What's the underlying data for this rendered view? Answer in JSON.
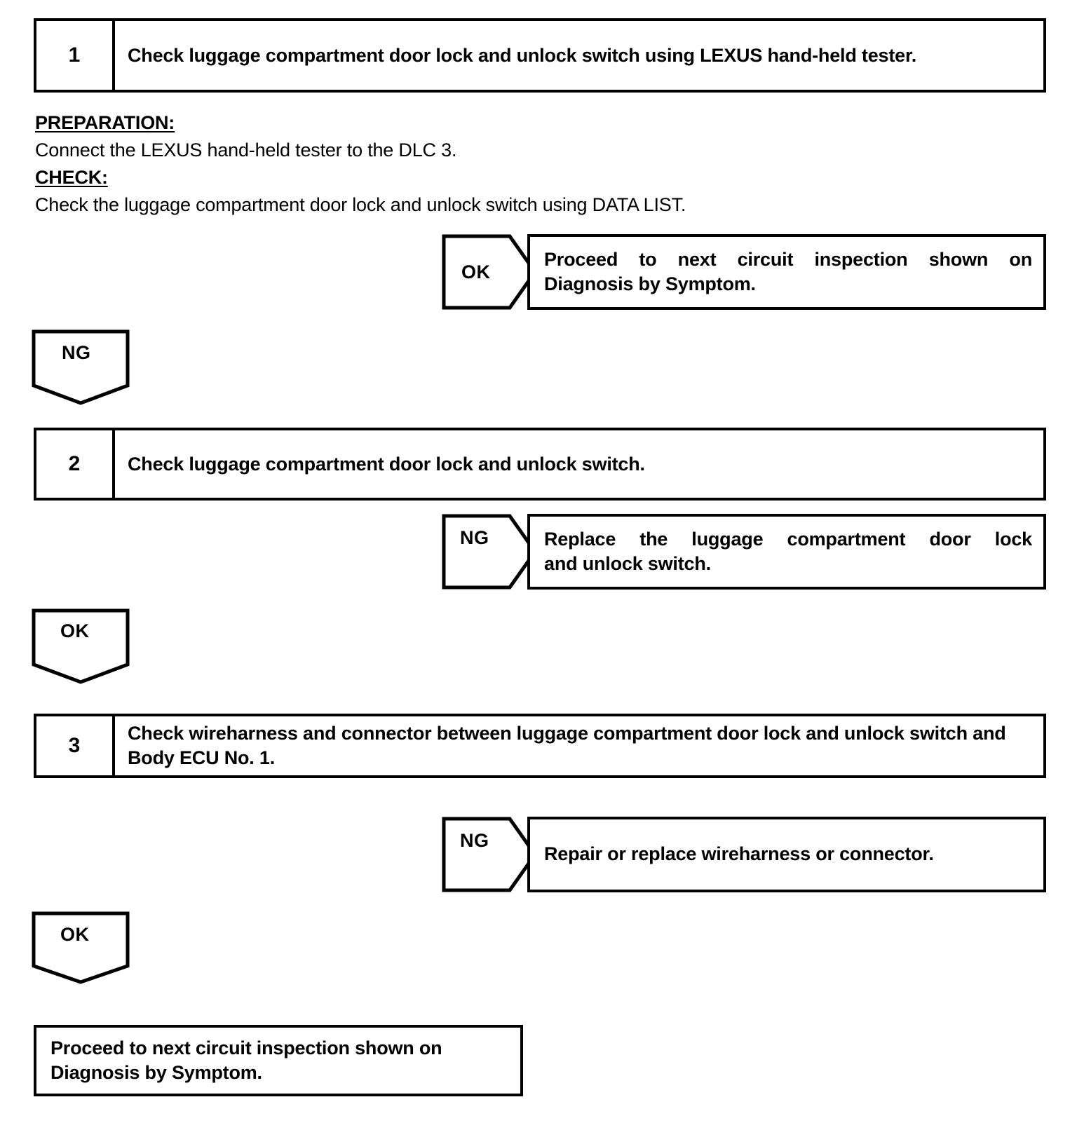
{
  "document": {
    "type": "troubleshooting-flowchart",
    "title": "Luggage compartment door lock and unlock switch inspection"
  },
  "steps": [
    {
      "number": "1",
      "text": "Check luggage compartment door lock and unlock switch using LEXUS hand-held tester."
    },
    {
      "number": "2",
      "text": "Check luggage compartment door lock and unlock switch."
    },
    {
      "number": "3",
      "text": "Check wireharness and connector between luggage compartment door lock and unlock switch and Body ECU No. 1."
    }
  ],
  "notes": {
    "preparation_heading": "PREPARATION:",
    "preparation_body": "Connect the LEXUS hand-held tester to the DLC 3.",
    "check_heading": "CHECK:",
    "check_body": "Check the luggage compartment door lock and unlock switch using DATA LIST."
  },
  "branches": {
    "step1_ok": {
      "label": "OK",
      "result_line1": "Proceed to next circuit inspection shown on",
      "result_line2": "Diagnosis by Symptom."
    },
    "step1_ng_down": {
      "label": "NG"
    },
    "step2_ng": {
      "label": "NG",
      "result_line1": "Replace the luggage compartment door lock",
      "result_line2": "and unlock switch."
    },
    "step2_ok_down": {
      "label": "OK"
    },
    "step3_ng": {
      "label": "NG",
      "result_line1": "Repair or replace wireharness or connector.",
      "result_line2": ""
    },
    "step3_ok_down": {
      "label": "OK"
    }
  },
  "final": {
    "line1": "Proceed to next circuit inspection shown on",
    "line2": "Diagnosis by Symptom."
  },
  "colors": {
    "stroke": "#000000",
    "background": "#ffffff"
  }
}
